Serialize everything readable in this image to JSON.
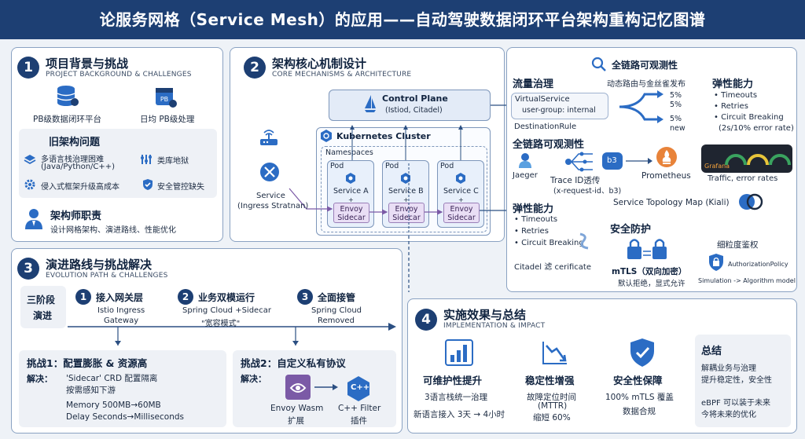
{
  "header": {
    "title": "论服务网格（Service Mesh）的应用——自动驾驶数据闭环平台架构重构记忆图谱"
  },
  "p1": {
    "num": "1",
    "title": "项目背景与挑战",
    "subtitle": "PROJECT BACKGROUND & CHALLENGES",
    "pb_platform": "PB级数据闭环平台",
    "pb_daily": "日均 PB级处理",
    "old_title": "旧架构问题",
    "old1": "多语言栈治理困难",
    "old1b": "(Java/Python/C++)",
    "old2": "类库地狱",
    "old3": "侵入式框架升级高成本",
    "old4": "安全管控缺失",
    "arch_title": "架构师职责",
    "arch_desc": "设计网格架构、演进路线、性能优化"
  },
  "p2": {
    "num": "2",
    "title": "架构核心机制设计",
    "subtitle": "CORE MECHANISMS & ARCHITECTURE",
    "cp_title": "Control Plane",
    "cp_sub": "(Istiod, Citadel)",
    "k8s": "Kubernetes Cluster",
    "ns": "Namespaces",
    "pod": "Pod",
    "svc_a": "Service A",
    "svc_b": "Service B",
    "svc_c": "Service C",
    "envoy": "Envoy",
    "sidecar": "Sidecar",
    "plus": "+",
    "ingress1": "Service",
    "ingress2": "(Ingress Stratnan)"
  },
  "right": {
    "obs_top": "全链路可观测性",
    "traffic_title": "流量治理",
    "traffic_sub": "动态路由与金丝雀发布",
    "vs": "VirtualService",
    "vs_rule": "user-group: internal",
    "dr": "DestinationRule",
    "pct1": "5%",
    "pct2": "5%",
    "pct3": "5%",
    "pct_new": "new",
    "res_title": "弹性能力",
    "res1": "• Timeouts",
    "res2": "• Retries",
    "res3": "• Circuit Breaking",
    "res4": "(2s/10% error rate)",
    "obs_title": "全链路可观测性",
    "jaeger": "Jaeger",
    "trace": "Trace ID透传",
    "trace_sub": "(x-request-id、b3)",
    "b3": "b3",
    "prometheus": "Prometheus",
    "grafana": "Grafana",
    "grafana_cap": "Traffic, error rates",
    "kiali": "Service Topology Map (Kiali)",
    "res2_title": "弹性能力",
    "res2_1": "• Timeouts",
    "res2_2": "• Retries",
    "res2_3": "• Circuit Breaking",
    "citadel": "Citadel 滤 cerificate",
    "sec_title": "安全防护",
    "mtls": "mTLS（双向加密）",
    "mtls_sub": "默认拒绝，显式允许",
    "authz_title": "细粒度鉴权",
    "authz_policy": "AuthorizationPolicy",
    "authz_sim": "Simulation -> Algorithm model"
  },
  "p3": {
    "num": "3",
    "title": "演进路线与挑战解决",
    "subtitle": "EVOLUTION PATH & CHALLENGES",
    "stage_label1": "三阶段",
    "stage_label2": "演进",
    "s1_num": "1",
    "s1_title": "接入网关层",
    "s1_l1": "Istio Ingress",
    "s1_l2": "Gateway",
    "s2_num": "2",
    "s2_title": "业务双模运行",
    "s2_l1": "Spring Cloud +Sidecar",
    "s2_l2": "\"宽容模式\"",
    "s3_num": "3",
    "s3_title": "全面接管",
    "s3_l1": "Spring Cloud",
    "s3_l2": "Removed",
    "c1_title": "挑战1：配置膨胀 & 资源高",
    "c1_sol": "解决：",
    "c1_a": "'Sidecar' CRD 配置隔离",
    "c1_b": "按需感知下游",
    "c1_c": "Memory 500MB→60MB",
    "c1_d": "Delay Seconds→Milliseconds",
    "c2_title": "挑战2：自定义私有协议",
    "c2_sol": "解决：",
    "wasm1": "Envoy Wasm",
    "wasm2": "扩展",
    "cpp1": "C++ Filter",
    "cpp2": "插件",
    "cpp_icon": "C++"
  },
  "p4": {
    "num": "4",
    "title": "实施效果与总结",
    "subtitle": "IMPLEMENTATION & IMPACT",
    "m1_title": "可维护性提升",
    "m1_a": "3语言栈统一治理",
    "m1_b": "新语言接入 3天 → 4小时",
    "m2_title": "稳定性增强",
    "m2_a": "故障定位时间",
    "m2_b": "(MTTR)",
    "m2_c": "缩短 60%",
    "m3_title": "安全性保障",
    "m3_a": "100% mTLS 覆盖",
    "m3_b": "数据合规",
    "sum_title": "总结",
    "sum_a": "解耦业务与治理",
    "sum_b": "提升稳定性，安全性",
    "sum_c": "eBPF 可以装于未来",
    "sum_d": "今将未来的优化"
  },
  "colors": {
    "navy": "#1d3f73",
    "blue": "#2b6cc4",
    "purple": "#7b5aa6",
    "orange": "#e8833a"
  }
}
